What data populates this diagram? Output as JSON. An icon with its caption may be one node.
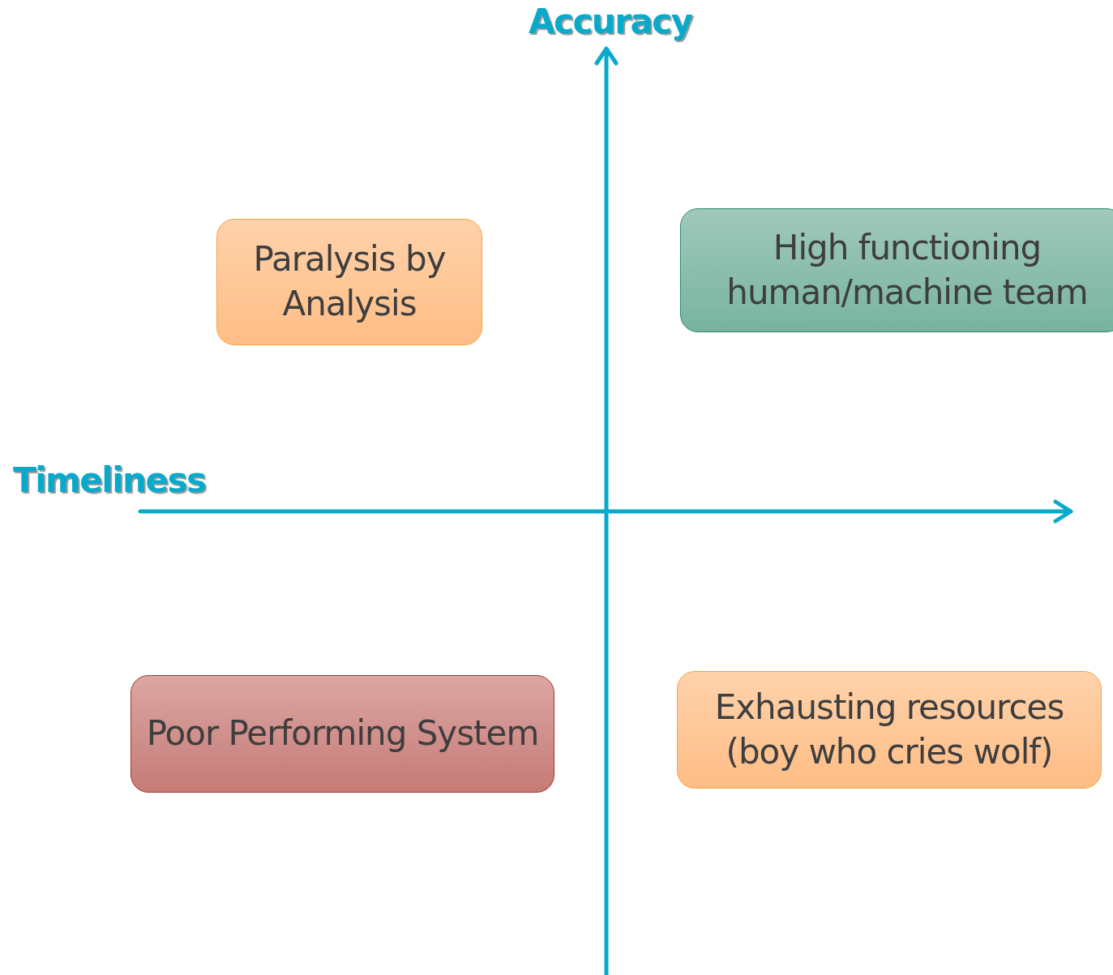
{
  "diagram": {
    "nodes": [
      {
        "text": [
          "Paralysis by Analysis"
        ]
      },
      {
        "text": [
          "High functioning human/machine team"
        ]
      },
      {
        "text": [
          "Poor Performing System"
        ]
      },
      {
        "text": [
          "Exhausting resources (boy who cries wolf)"
        ]
      }
    ],
    "labels": [
      "Accuracy",
      "Timeliness"
    ]
  }
}
